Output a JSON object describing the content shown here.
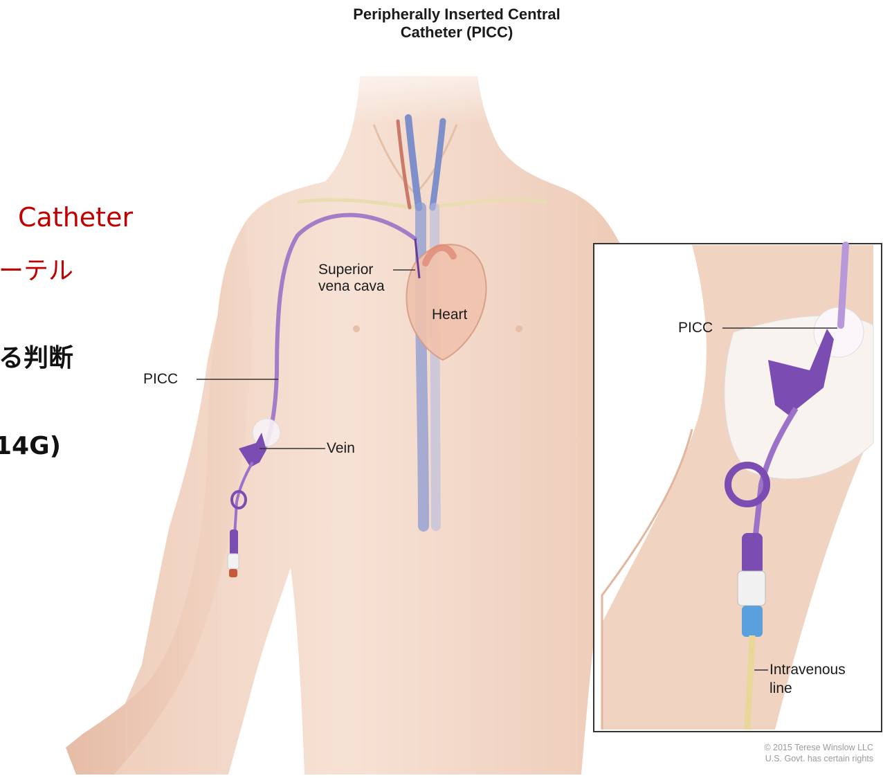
{
  "title": {
    "line1": "Peripherally Inserted Central",
    "line2": "Catheter (PICC)"
  },
  "slide_text": {
    "line1": "Catheter",
    "line2": "ーテル",
    "line3": "る判断",
    "line4": "14G)"
  },
  "labels": {
    "superior": "Superior",
    "vena_cava": "vena cava",
    "heart": "Heart",
    "picc_main": "PICC",
    "vein": "Vein",
    "picc_inset": "PICC",
    "intravenous": "Intravenous",
    "line": "line"
  },
  "credit": {
    "line1": "© 2015 Terese Winslow LLC",
    "line2": "U.S. Govt. has certain rights"
  },
  "colors": {
    "skin": "#f3d9c9",
    "skin_shadow": "#e7c0aa",
    "catheter": "#8a5ab8",
    "catheter_dark": "#6a3a98",
    "vein_blue": "#7f8fc9",
    "artery_red": "#c97a6a",
    "iv_line": "#e9d79a",
    "accent_red": "#c00000"
  }
}
